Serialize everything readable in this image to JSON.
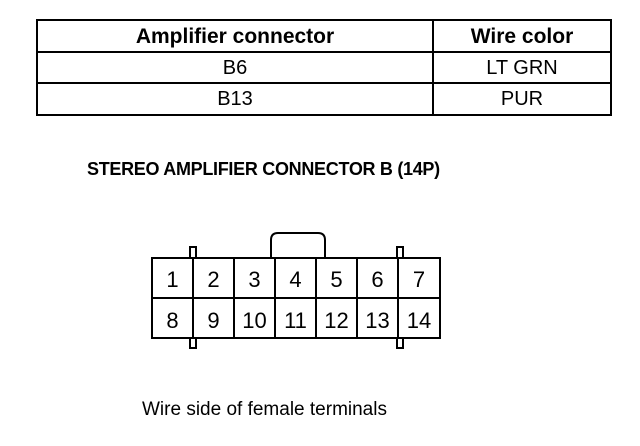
{
  "wire_table": {
    "headers": [
      "Amplifier connector",
      "Wire color"
    ],
    "rows": [
      [
        "B6",
        "LT GRN"
      ],
      [
        "B13",
        "PUR"
      ]
    ]
  },
  "connector": {
    "title": "STEREO AMPLIFIER CONNECTOR B (14P)",
    "pins_top": [
      "1",
      "2",
      "3",
      "4",
      "5",
      "6",
      "7"
    ],
    "pins_bottom": [
      "8",
      "9",
      "10",
      "11",
      "12",
      "13",
      "14"
    ],
    "caption": "Wire side of female terminals"
  }
}
